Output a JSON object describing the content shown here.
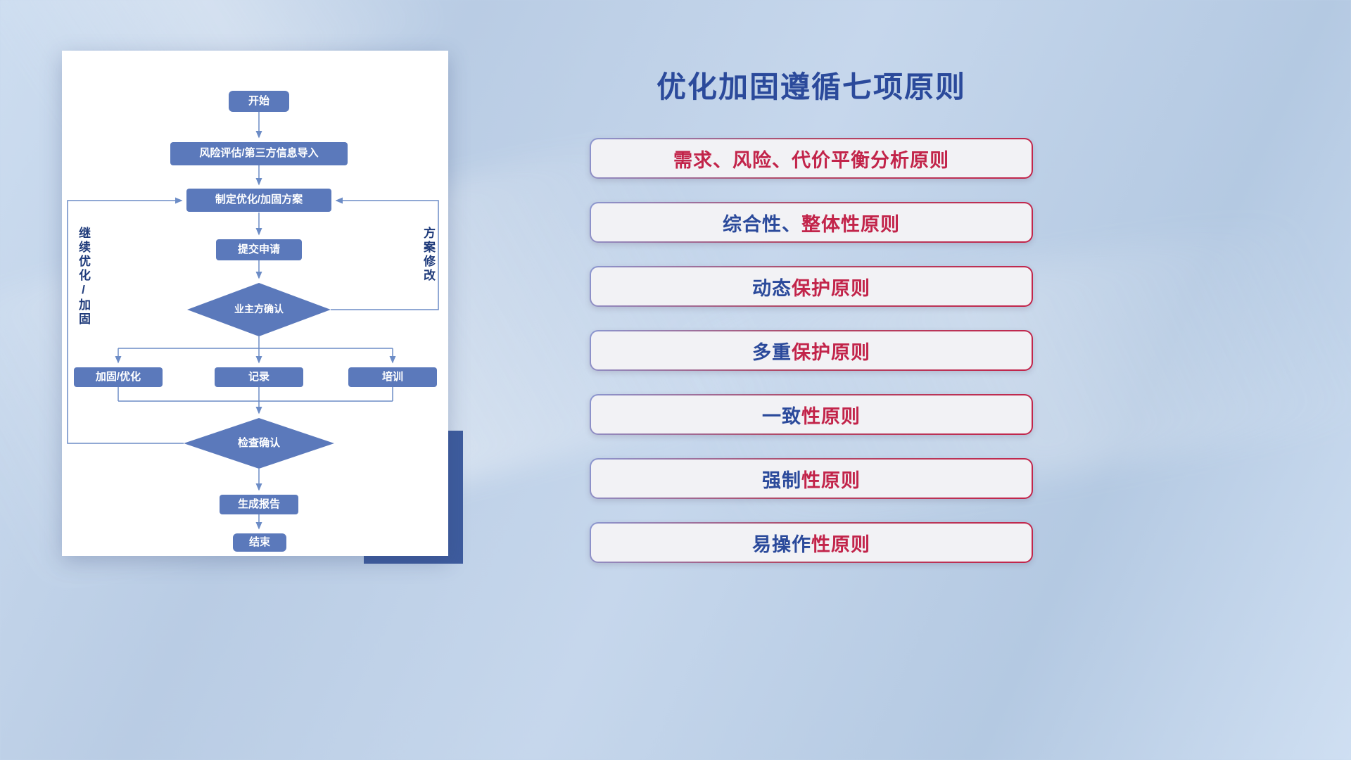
{
  "theme": {
    "title_blue": "#2B4A9B",
    "text_red": "#C2244A",
    "text_blue": "#2B4A9B",
    "node_blue": "#5B79BB",
    "line_blue": "#6C8CC6",
    "accent_rect": "#3E5C9E"
  },
  "flowchart": {
    "nodes": {
      "start": {
        "label": "开始"
      },
      "risk": {
        "label": "风险评估/第三方信息导入"
      },
      "plan": {
        "label": "制定优化/加固方案"
      },
      "submit": {
        "label": "提交申请"
      },
      "owner_confirm": {
        "label": "业主方确认"
      },
      "reinforce": {
        "label": "加固/优化"
      },
      "record": {
        "label": "记录"
      },
      "training": {
        "label": "培训"
      },
      "check_confirm": {
        "label": "检查确认"
      },
      "report": {
        "label": "生成报告"
      },
      "end": {
        "label": "结束"
      }
    },
    "edge_labels": {
      "continue": "继续优化/加固",
      "modify": "方案修改"
    }
  },
  "principles": {
    "title": "优化加固遵循七项原则",
    "items": [
      {
        "segments": [
          {
            "text": "需求、风险、代价平衡分析原则",
            "color": "#C2244A"
          }
        ]
      },
      {
        "segments": [
          {
            "text": "综合性、",
            "color": "#2B4A9B"
          },
          {
            "text": "整体性原则",
            "color": "#C2244A"
          }
        ]
      },
      {
        "segments": [
          {
            "text": "动态",
            "color": "#2B4A9B"
          },
          {
            "text": "保护原则",
            "color": "#C2244A"
          }
        ]
      },
      {
        "segments": [
          {
            "text": "多重",
            "color": "#2B4A9B"
          },
          {
            "text": "保护原则",
            "color": "#C2244A"
          }
        ]
      },
      {
        "segments": [
          {
            "text": "一致",
            "color": "#2B4A9B"
          },
          {
            "text": "性原则",
            "color": "#C2244A"
          }
        ]
      },
      {
        "segments": [
          {
            "text": "强制",
            "color": "#2B4A9B"
          },
          {
            "text": "性原则",
            "color": "#C2244A"
          }
        ]
      },
      {
        "segments": [
          {
            "text": "易操作",
            "color": "#2B4A9B"
          },
          {
            "text": "性原则",
            "color": "#C2244A"
          }
        ]
      }
    ]
  }
}
